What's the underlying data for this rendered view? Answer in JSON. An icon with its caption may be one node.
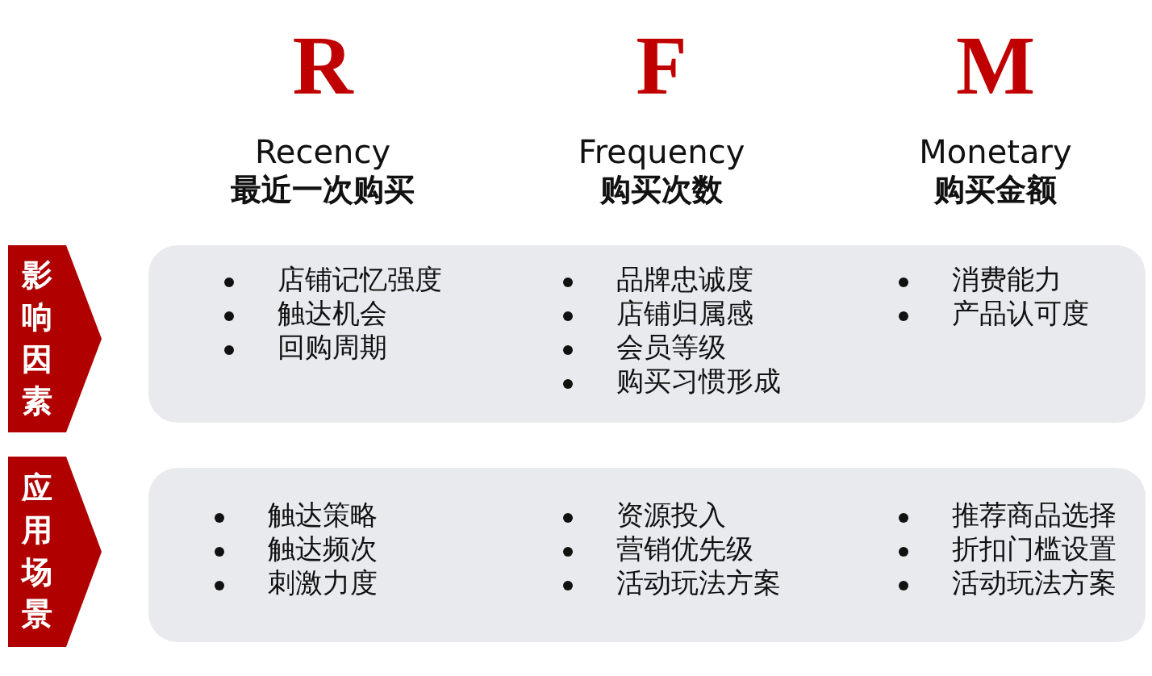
{
  "diagram": {
    "nodes": [
      {
        "text": [
          "影响因素"
        ]
      },
      {
        "text": [
          "店铺记忆强度",
          "触达机会",
          "回购周期",
          "品牌忠诚度",
          "店铺归属感",
          "会员等级",
          "购买习惯形成",
          "消费能力",
          "产品认可度"
        ]
      },
      {
        "text": [
          "应用场景"
        ]
      },
      {
        "text": [
          "触达策略",
          "触达频次",
          "刺激力度",
          "资源投入",
          "营销优先级",
          "活动玩法方案",
          "推荐商品选择",
          "折扣门槛设置",
          "活动玩法方案"
        ]
      }
    ],
    "edges": [],
    "labels": [
      "R",
      "Recency",
      "最近一次购买",
      "F",
      "Frequency",
      "购买次数",
      "M",
      "Monetary",
      "购买金额"
    ]
  }
}
